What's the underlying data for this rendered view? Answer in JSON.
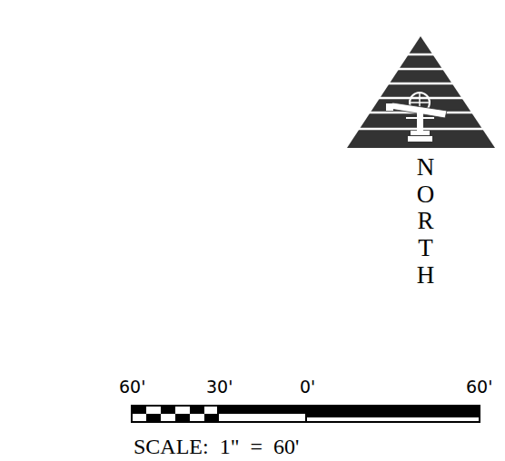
{
  "diagram": {
    "labels": [
      "NORTH",
      "60'",
      "30'",
      "0'",
      "60'",
      "SCALE:  1\"  =  60'"
    ]
  }
}
